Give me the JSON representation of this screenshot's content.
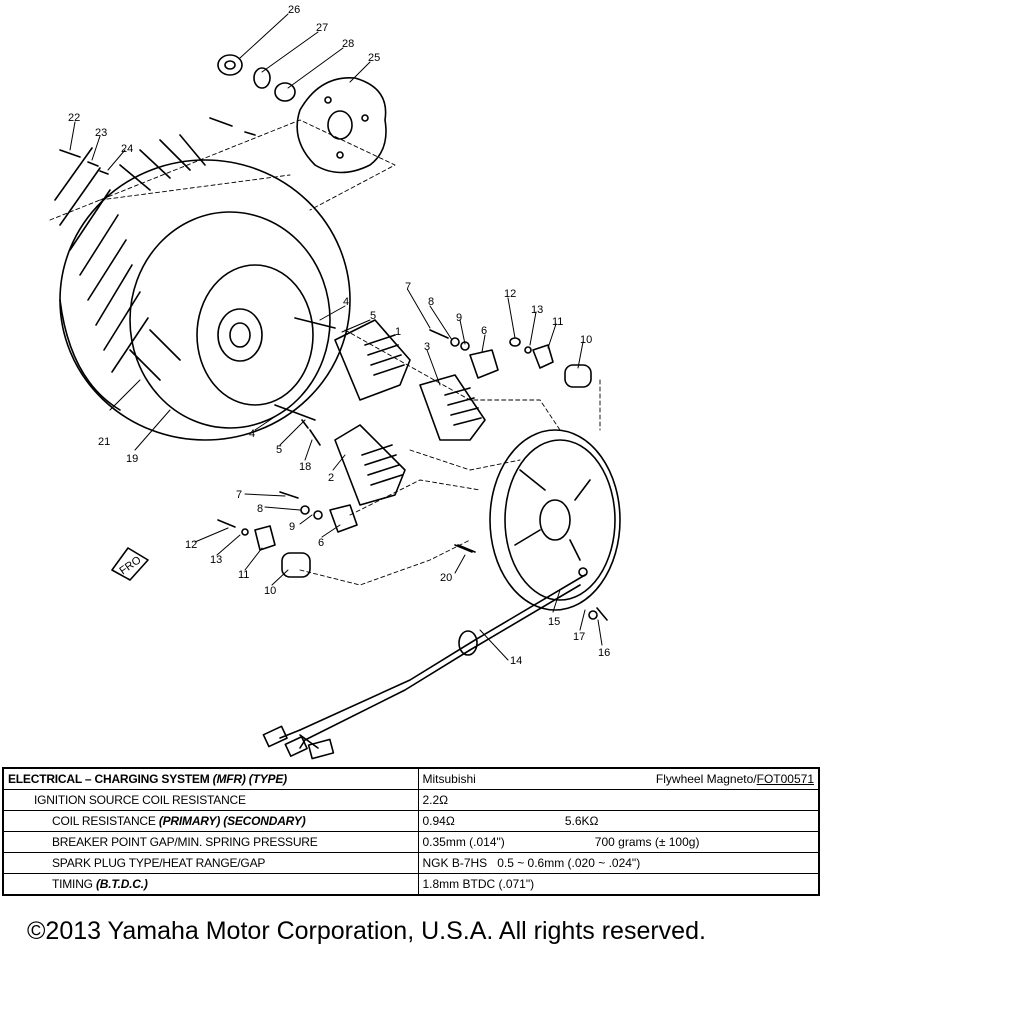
{
  "diagram": {
    "part_labels": [
      "26",
      "27",
      "28",
      "25",
      "22",
      "23",
      "24",
      "4",
      "5",
      "1",
      "7",
      "8",
      "9",
      "6",
      "12",
      "13",
      "11",
      "10",
      "3",
      "21",
      "19",
      "4",
      "5",
      "18",
      "2",
      "7",
      "8",
      "9",
      "6",
      "12",
      "13",
      "11",
      "10",
      "20",
      "15",
      "17",
      "16",
      "14"
    ],
    "front_marker": "FRO"
  },
  "spec_table": {
    "rows": [
      {
        "label_plain": "ELECTRICAL – CHARGING SYSTEM ",
        "label_italic": "(MFR) (TYPE)",
        "value_1": "Mitsubishi",
        "value_2": "Flywheel Magneto/",
        "value_3": "FOT00571"
      },
      {
        "label_plain": "IGNITION SOURCE COIL RESISTANCE",
        "label_italic": "",
        "value_1": "2.2Ω",
        "value_2": "",
        "value_3": ""
      },
      {
        "label_plain": "COIL RESISTANCE ",
        "label_italic": "(PRIMARY) (SECONDARY)",
        "value_1": "0.94Ω",
        "value_2": "5.6KΩ",
        "value_3": ""
      },
      {
        "label_plain": "BREAKER POINT GAP/MIN. SPRING PRESSURE",
        "label_italic": "",
        "value_1": "0.35mm (.014\")",
        "value_2": "700 grams (± 100g)",
        "value_3": ""
      },
      {
        "label_plain": "SPARK PLUG TYPE/HEAT RANGE/GAP",
        "label_italic": "",
        "value_1": "NGK B-7HS",
        "value_2": "0.5 ~ 0.6mm (.020 ~ .024\")",
        "value_3": ""
      },
      {
        "label_plain": "TIMING ",
        "label_italic": "(B.T.D.C.)",
        "value_1": "1.8mm BTDC (.071\")",
        "value_2": "",
        "value_3": ""
      }
    ]
  },
  "copyright": "©2013 Yamaha Motor Corporation, U.S.A. All rights reserved."
}
